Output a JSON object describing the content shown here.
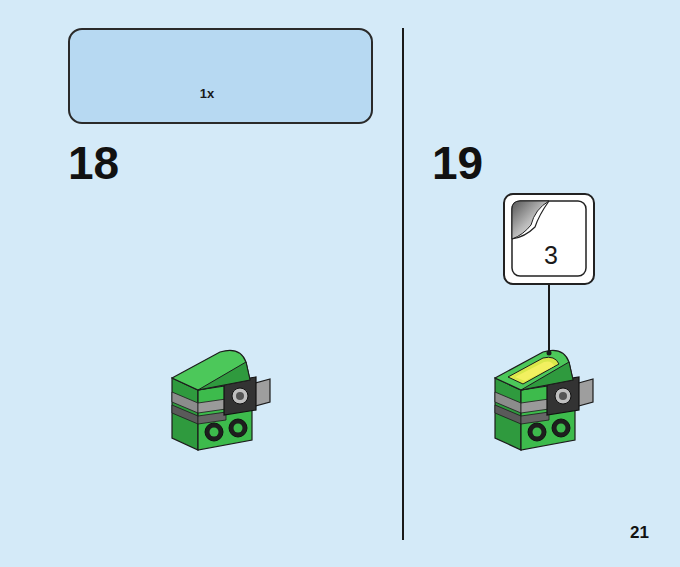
{
  "diagram": {
    "nodes": [
      {
        "text": [
          "1x"
        ]
      },
      {
        "text": [
          "3"
        ]
      }
    ],
    "labels": [
      "18",
      "19",
      "21"
    ]
  }
}
